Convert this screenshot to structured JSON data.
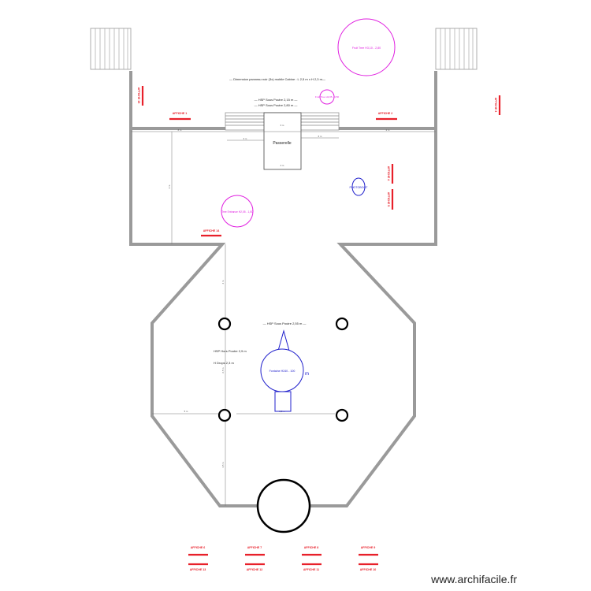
{
  "notes": {
    "panel_dimension": "— Dimension panneau noir (3x) mobile Cabine : L 2,5 m x H 2,3 m—",
    "hsp_215": "— HSP Sous Poutre 2,15 m —",
    "hsp_280": "— HSP Sous Poutre 2,80 m —",
    "hsp_255": "— HSP Sous Poutre 2,55 m —",
    "hsp_hors": "HSP Hors Poutre 2,9 m",
    "h_drops": "H Drops 2,3 m",
    "passerelle": "Passerelle"
  },
  "circles": {
    "fruit_tree_large": "Fruit Tree H3,10 - 2,80",
    "fruit_tree_small": "Fruit Tree H2,05 - 1,50",
    "tree_entrance": "Tree Entrance H2,05 - 1,50",
    "photobooth": "PHOTOBOOT",
    "fontaine": "Fontaine H240 - 100",
    "fontaine_mark": "m"
  },
  "posters": {
    "affiche1": "AFFICHE 1",
    "affiche2": "AFFICHE 2",
    "affiche3": "AFFICHE 3",
    "affiche4": "AFFICHE 4",
    "affiche5": "AFFICHE 5",
    "affiche14": "AFFICHE 14",
    "affiche15": "AFFICHE 15",
    "bottom_row1": [
      "AFFICHE 6",
      "AFFICHE 7",
      "AFFICHE 8",
      "AFFICHE 9"
    ],
    "bottom_row2": [
      "AFFICHE 13",
      "AFFICHE 12",
      "AFFICHE 11",
      "AFFICHE 10"
    ]
  },
  "dimensions": {
    "d1": "8 m",
    "d2": "3 m",
    "d3": "2 m",
    "d4": "3 m",
    "d5": "6 m",
    "d6": "4 m",
    "d7": "3 m",
    "d8": "4 m",
    "d9": "6,5 m",
    "d10": "3,5 m",
    "d11": "5 m",
    "d12": "2,5 m"
  },
  "colors": {
    "wall": "#9a9a9a",
    "poster": "#e8202a",
    "tree": "#e020e0",
    "blue": "#2020cc",
    "ink": "#222222"
  },
  "watermark": "www.archifacile.fr"
}
